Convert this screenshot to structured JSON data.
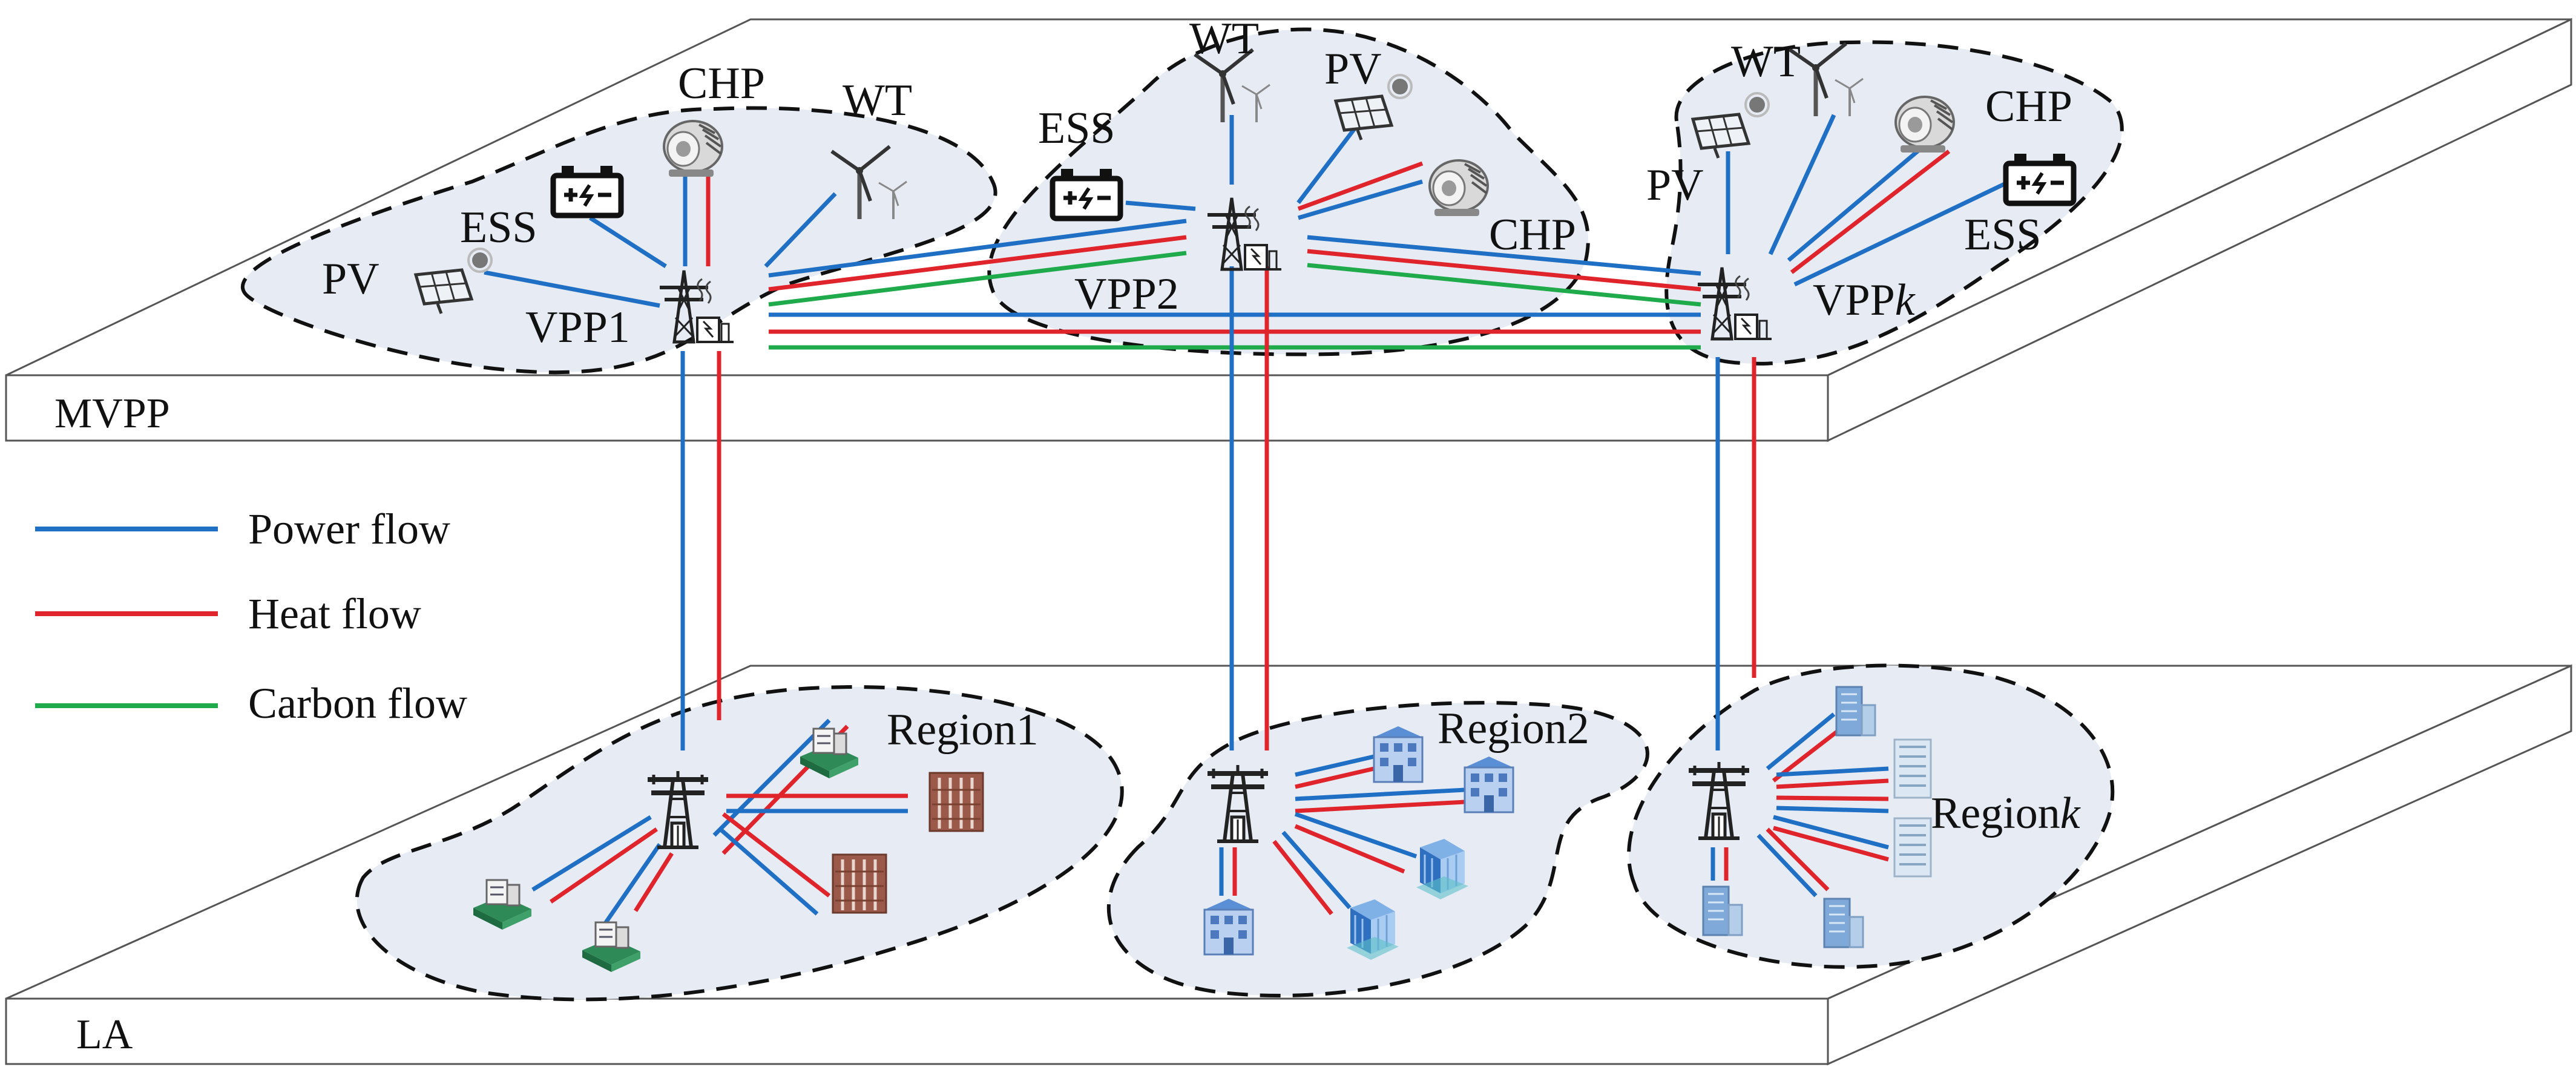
{
  "layers": {
    "upper": "MVPP",
    "lower": "LA"
  },
  "legend": [
    {
      "label": "Power flow",
      "color": "#1f6fc4"
    },
    {
      "label": "Heat flow",
      "color": "#e0242b"
    },
    {
      "label": "Carbon flow",
      "color": "#1faa4b"
    }
  ],
  "vpps": {
    "vpp1": {
      "label": "VPP1",
      "members": {
        "chp": "CHP",
        "wt": "WT",
        "ess": "ESS",
        "pv": "PV"
      }
    },
    "vpp2": {
      "label": "VPP2",
      "members": {
        "wt": "WT",
        "pv": "PV",
        "ess": "ESS",
        "chp": "CHP"
      }
    },
    "vppk": {
      "label": "VPP",
      "label_italic": "k",
      "members": {
        "wt": "WT",
        "pv": "PV",
        "chp": "CHP",
        "ess": "ESS"
      }
    }
  },
  "regions": {
    "region1": {
      "label": "Region1"
    },
    "region2": {
      "label": "Region2"
    },
    "regionk": {
      "label": "Region",
      "label_italic": "k"
    }
  },
  "colors": {
    "power": "#1f6fc4",
    "heat": "#e0242b",
    "carbon": "#1faa4b",
    "cluster_fill": "#e6ebf4"
  }
}
